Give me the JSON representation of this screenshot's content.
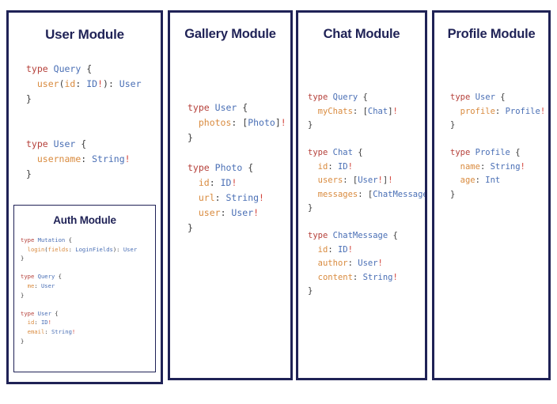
{
  "modules": [
    {
      "id": "user-module",
      "title": "User Module",
      "code": "type Query {\n  user(id: ID!): User\n}\n\n\ntype User {\n  username: String!\n}",
      "nested": {
        "id": "auth-module",
        "title": "Auth Module",
        "code": "type Mutation {\n  login(fields: LoginFields): User\n}\n\ntype Query {\n  me: User\n}\n\ntype User {\n  id: ID!\n  email: String!\n}"
      }
    },
    {
      "id": "gallery-module",
      "title": "Gallery Module",
      "code": "type User {\n  photos: [Photo]!\n}\n\ntype Photo {\n  id: ID!\n  url: String!\n  user: User!\n}"
    },
    {
      "id": "chat-module",
      "title": "Chat Module",
      "code": "type Query {\n  myChats: [Chat]!\n}\n\ntype Chat {\n  id: ID!\n  users: [User!]!\n  messages: [ChatMessage]!\n}\n\ntype ChatMessage {\n  id: ID!\n  author: User!\n  content: String!\n}"
    },
    {
      "id": "profile-module",
      "title": "Profile Module",
      "code": "type User {\n  profile: Profile!\n}\n\ntype Profile {\n  name: String!\n  age: Int\n}"
    }
  ],
  "colors": {
    "border": "#1f2256",
    "title": "#1f2256",
    "keyword": "#b5403a",
    "type_name": "#4a6fb5",
    "field_name": "#d98b3f",
    "punctuation": "#3b3b3b",
    "bang": "#d3453c",
    "background": "#ffffff"
  }
}
